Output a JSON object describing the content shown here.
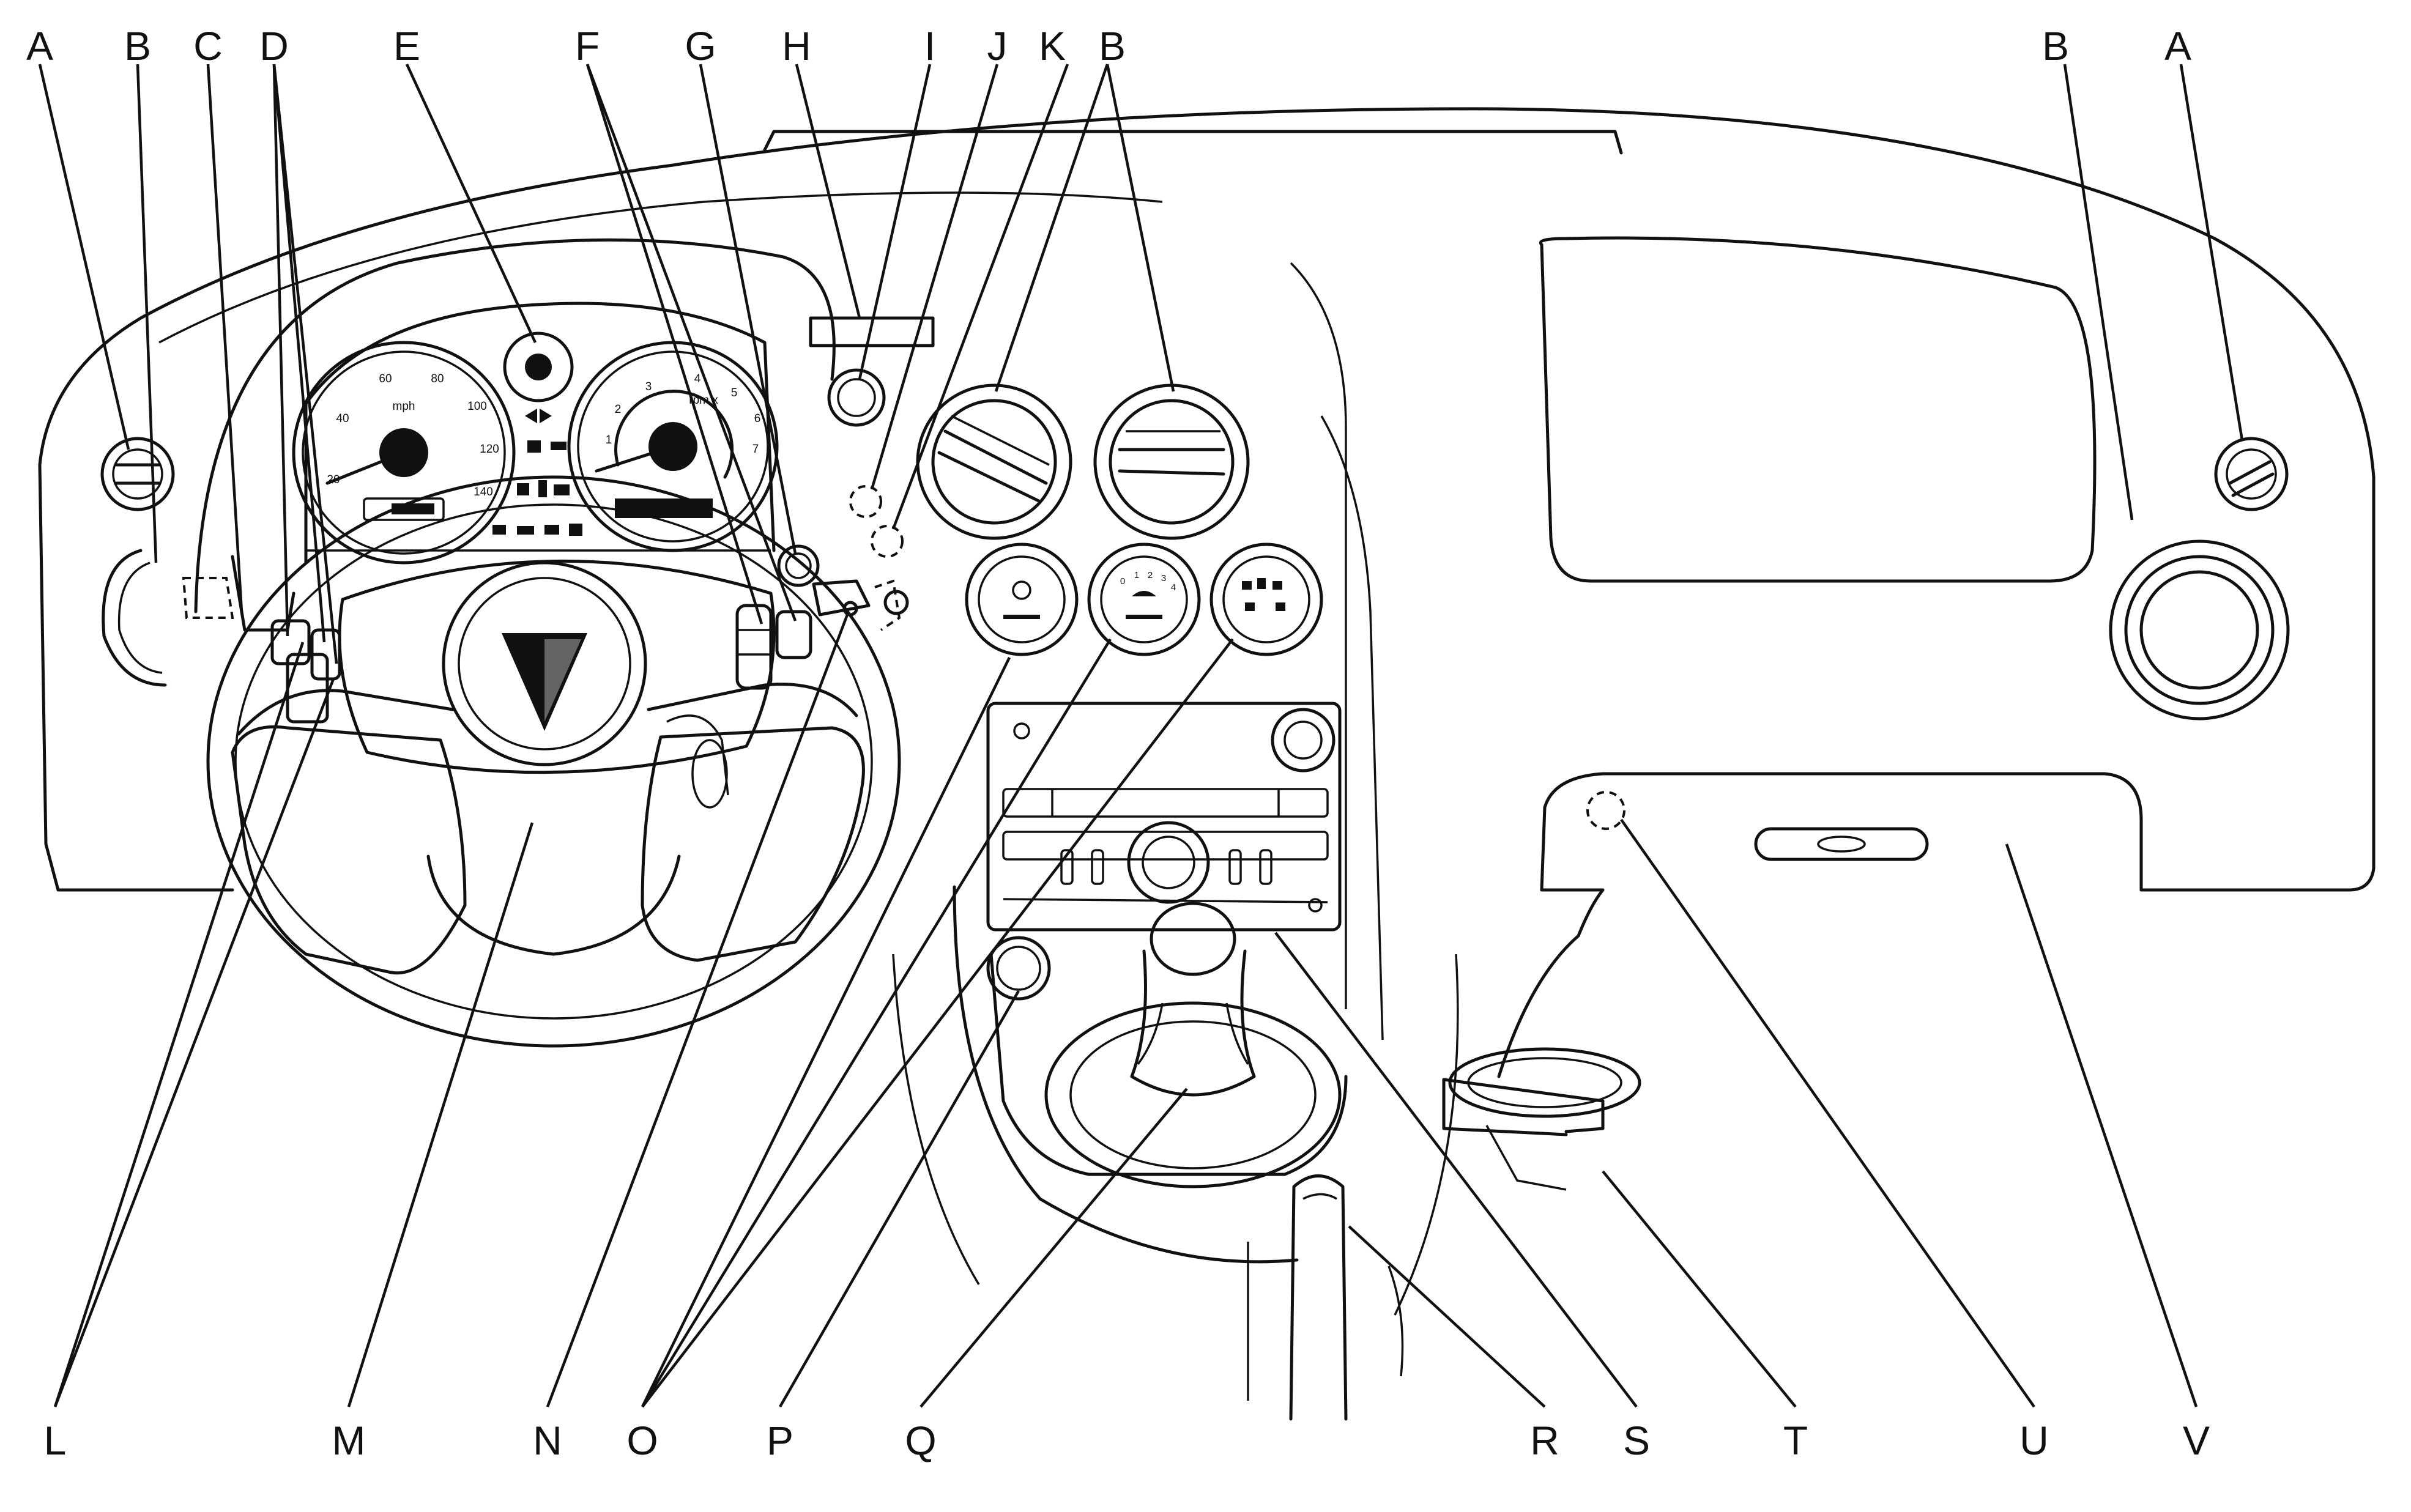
{
  "callouts": {
    "A_left": "A",
    "B_left": "B",
    "C": "C",
    "D": "D",
    "E": "E",
    "F": "F",
    "G": "G",
    "H": "H",
    "I": "I",
    "J": "J",
    "K": "K",
    "B_center": "B",
    "B_right": "B",
    "A_right": "A",
    "L": "L",
    "M": "M",
    "N": "N",
    "O": "O",
    "P": "P",
    "Q": "Q",
    "R": "R",
    "S": "S",
    "T": "T",
    "U": "U",
    "V": "V"
  },
  "speedometer": {
    "unit": "mph",
    "ticks": [
      "20",
      "40",
      "60",
      "80",
      "100",
      "120",
      "140"
    ]
  },
  "tachometer": {
    "unit": "rpm x",
    "ticks": [
      "1",
      "2",
      "3",
      "4",
      "5",
      "6",
      "7"
    ]
  },
  "fan_dial": {
    "ticks": [
      "0",
      "1",
      "2",
      "3",
      "4"
    ]
  },
  "colors": {
    "line": "#111111",
    "background": "#ffffff"
  }
}
